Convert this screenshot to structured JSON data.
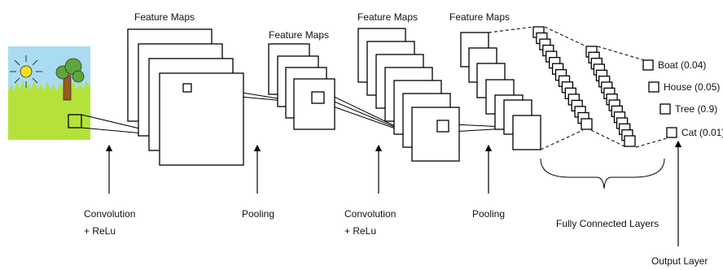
{
  "labels": {
    "feature_maps": "Feature Maps",
    "conv1": [
      "Convolution",
      "+ ReLu"
    ],
    "pool1": "Pooling",
    "conv2": [
      "Convolution",
      "+ ReLu"
    ],
    "pool2": "Pooling",
    "fully_connected": "Fully Connected Layers",
    "output_layer": "Output Layer"
  },
  "outputs": [
    {
      "label": "Boat (0.04)"
    },
    {
      "label": "House (0.05)"
    },
    {
      "label": "Tree (0.9)"
    },
    {
      "label": "Cat (0.01)"
    }
  ],
  "colors": {
    "sky": "#a9dcf0",
    "grass": "#b5e23a",
    "sun": "#f7e11e",
    "tree_leaves": "#5ea63a",
    "tree_trunk": "#9a5a1c"
  }
}
